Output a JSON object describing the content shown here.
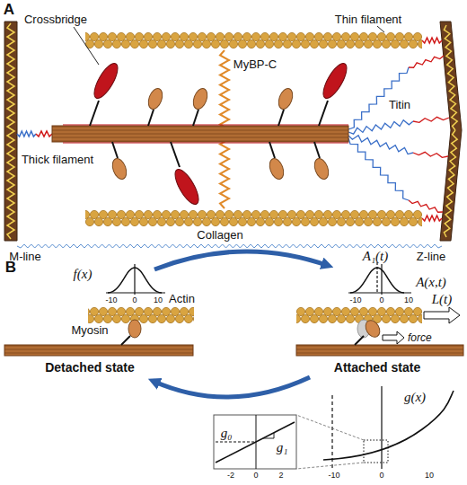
{
  "diagram": {
    "labels": [
      "A",
      "Crossbridge",
      "MyBP-C",
      "Thin filament",
      "Thick filament",
      "Titin",
      "M-line",
      "Collagen",
      "Z-line",
      "B",
      "f(x)",
      "-10",
      "0",
      "10",
      "A₁(t)",
      "A(x,t)",
      "-10",
      "0",
      "10",
      "Actin",
      "L(t)",
      "Myosin",
      "force",
      "Detached state",
      "Attached state",
      "g(x)",
      "g₀",
      "g₁",
      "-2",
      "0",
      "2",
      "-10",
      "0",
      "10"
    ]
  }
}
